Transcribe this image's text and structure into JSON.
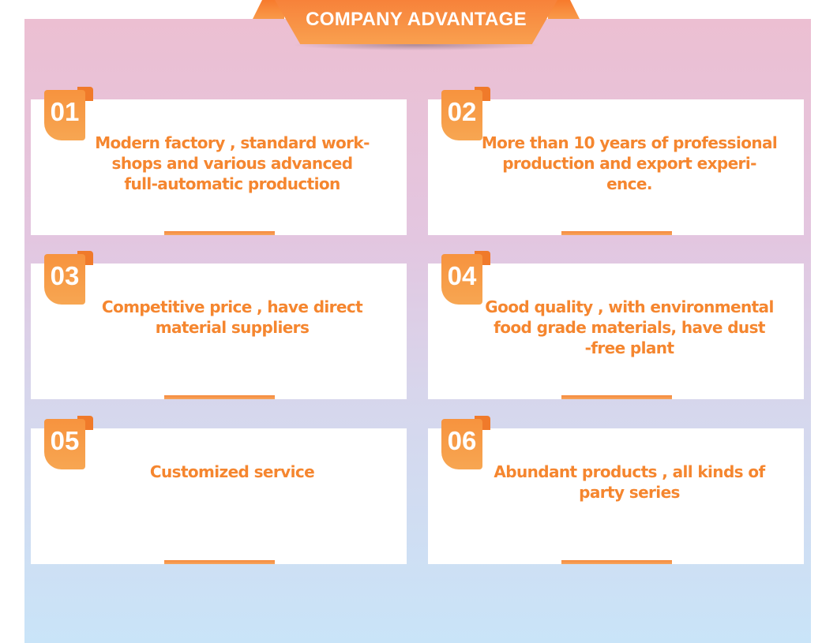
{
  "header": {
    "title": "COMPANY ADVANTAGE"
  },
  "advantages": [
    {
      "number": "01",
      "text": "Modern factory , standard work-\nshops and various advanced\nfull-automatic production"
    },
    {
      "number": "02",
      "text": "More than 10 years of professional\nproduction and export experi-\nence."
    },
    {
      "number": "03",
      "text": "Competitive price , have direct\nmaterial suppliers"
    },
    {
      "number": "04",
      "text": "Good quality , with environmental\nfood grade materials, have dust\n-free plant"
    },
    {
      "number": "05",
      "text": "Customized service"
    },
    {
      "number": "06",
      "text": "Abundant products , all kinds of\nparty series"
    }
  ],
  "colors": {
    "accent": "#f7933e",
    "text": "#f5862f"
  }
}
